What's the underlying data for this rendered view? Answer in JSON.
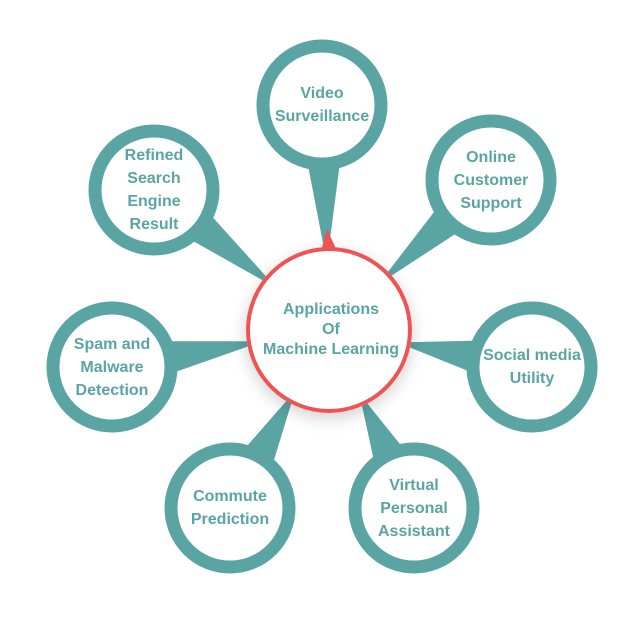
{
  "colors": {
    "teal": "#5aa4a4",
    "text": "#5aa4a4",
    "hub_ring": "#ef5454",
    "background": "#ffffff"
  },
  "center": {
    "label": "Applications\nOf\nMachine Learning"
  },
  "nodes": [
    {
      "id": "video-surveillance",
      "label": "Video\nSurveillance"
    },
    {
      "id": "online-customer-support",
      "label": "Online\nCustomer\nSupport"
    },
    {
      "id": "social-media-utility",
      "label": "Social media\nUtility"
    },
    {
      "id": "virtual-personal-assistant",
      "label": "Virtual\nPersonal\nAssistant"
    },
    {
      "id": "commute-prediction",
      "label": "Commute\nPrediction"
    },
    {
      "id": "spam-and-malware-detection",
      "label": "Spam and\nMalware\nDetection"
    },
    {
      "id": "refined-search-engine-result",
      "label": "Refined\nSearch\nEngine\nResult"
    }
  ]
}
